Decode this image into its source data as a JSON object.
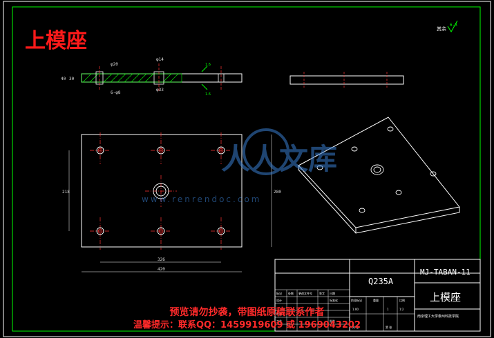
{
  "drawing": {
    "title": "上模座",
    "material": "Q235A",
    "drawing_no": "MJ-TABAN-11",
    "part_name": "上模座",
    "school": "南京理工大学泰州科技学院",
    "surface_roughness_label": "其余",
    "roughness_value": "6.3",
    "roughness_small": "1.6"
  },
  "dimensions": {
    "d_dia20": "φ20",
    "d_dia14": "φ14",
    "d_dia33": "φ33",
    "d_6phi8": "6-φ8",
    "d_thickness": "40",
    "d_thick_side": "30",
    "d_326": "326",
    "d_420": "420",
    "d_218": "218",
    "d_280": "280"
  },
  "title_block": {
    "labels": [
      "标记",
      "处数",
      "更改文件号",
      "签字",
      "日期",
      "设计",
      "标准化",
      "审核",
      "工艺",
      "批准",
      "阶段标记",
      "重量",
      "比例",
      "共 张",
      "第 张"
    ],
    "scale": "1:2",
    "sheet": "1",
    "weight": "1.00"
  },
  "watermark": {
    "logo_text": "人人文库",
    "url": "www.renrendoc.com",
    "line1": "预览请勿抄袭，带图纸原稿联系作者",
    "line2": "温馨提示：联系QQ：1459919609 或 1969043202"
  }
}
